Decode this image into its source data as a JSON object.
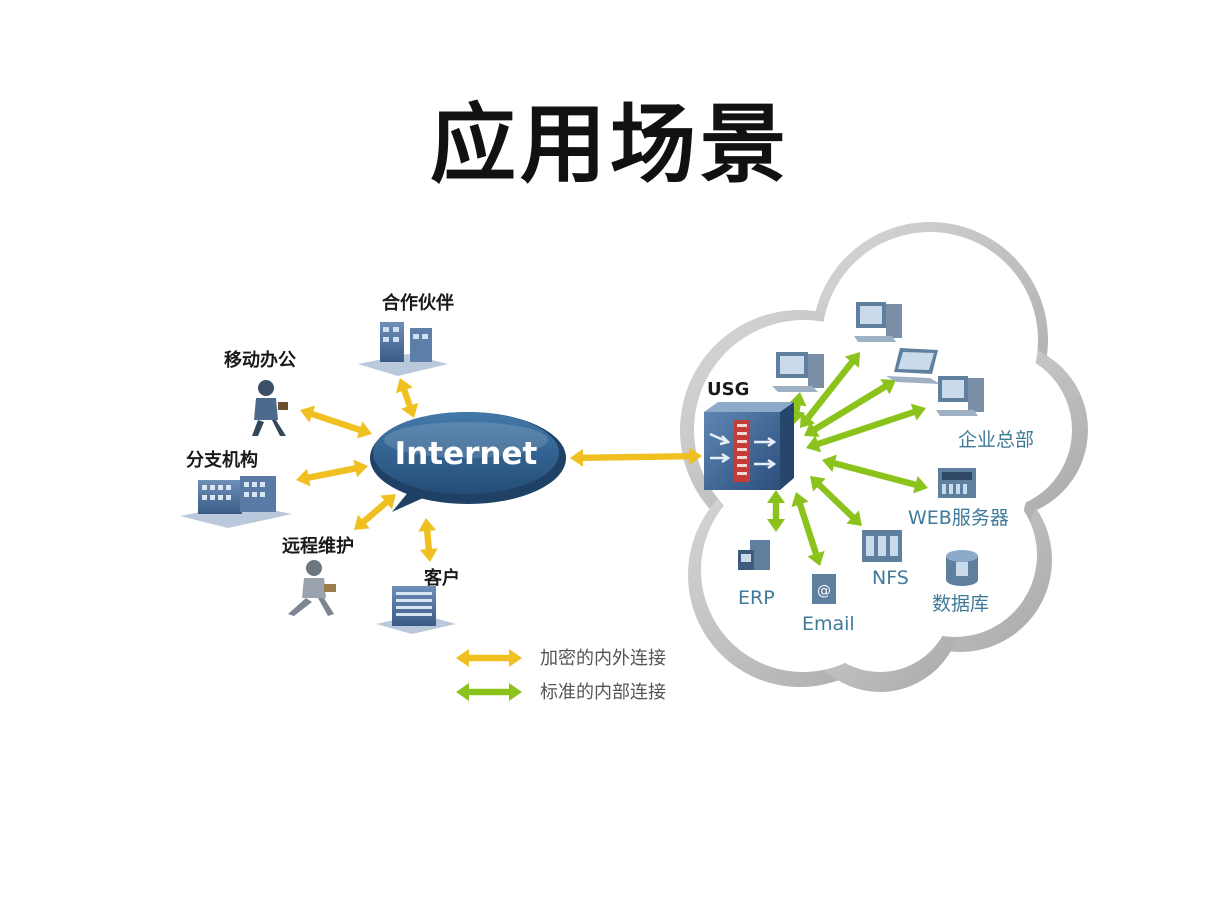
{
  "title": "应用场景",
  "internet": {
    "label": "Internet"
  },
  "usg": {
    "label": "USG"
  },
  "left_nodes": {
    "partner": "合作伙伴",
    "mobile_office": "移动办公",
    "branch": "分支机构",
    "remote_maintenance": "远程维护",
    "customer": "客户"
  },
  "hq": {
    "label": "企业总部",
    "web_server": "WEB服务器",
    "erp": "ERP",
    "email": "Email",
    "nfs": "NFS",
    "database": "数据库"
  },
  "legend": {
    "encrypted": "加密的内外连接",
    "standard": "标准的内部连接"
  },
  "colors": {
    "encrypted_arrow": "#f0c020",
    "standard_arrow": "#8cc21c",
    "internet_cloud": "#2e5c8a",
    "hq_text": "#3f7a9a"
  },
  "icons": {
    "person": "person-icon",
    "building": "building-icon",
    "pc": "pc-icon",
    "server": "server-icon",
    "firewall": "firewall-icon",
    "database": "database-icon"
  }
}
